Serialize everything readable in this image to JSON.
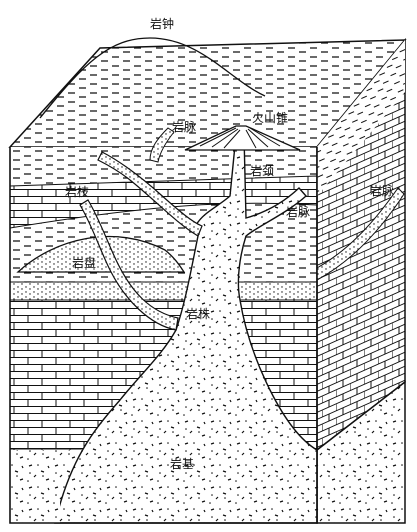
{
  "labels": {
    "yanzhong": "岩钟",
    "yanmai_top": "岩脉",
    "huoshanzhui": "火山锥",
    "yanjing": "岩颈",
    "yanzhi": "岩枝",
    "yanmai_mid": "岩脉",
    "yanmai_right": "岩脉",
    "yanpan": "岩盘",
    "yanzhu": "岩株",
    "yanji": "岩基"
  },
  "colors": {
    "ink": "#111111",
    "paper": "#ffffff"
  }
}
